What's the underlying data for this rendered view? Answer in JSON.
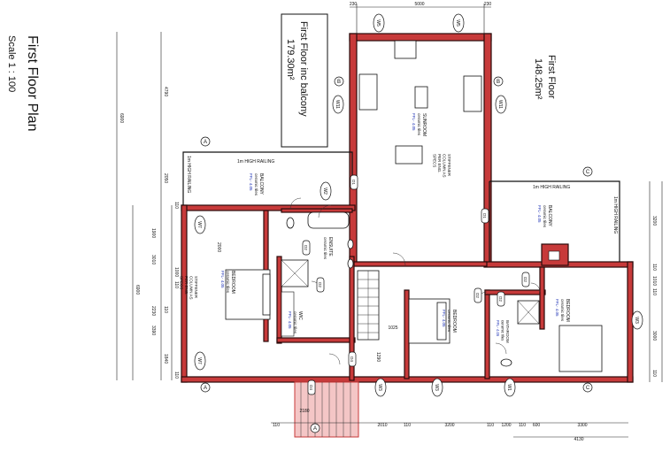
{
  "title": "First Floor Plan",
  "scale": "Scale 1 : 100",
  "area_box_left": {
    "line1": "First Floor inc balcony",
    "line2": "179.30m²"
  },
  "area_box_right": {
    "line1": "First Floor",
    "line2": "148.25m²"
  },
  "rooms": {
    "sunroom": {
      "name": "SUNROOM",
      "finish": "ceramic tiles",
      "ffl": "FFL- 4.05"
    },
    "balcony_left": {
      "name": "BALCONY",
      "finish": "ceramic tiles",
      "ffl": "FFL- 4.05"
    },
    "balcony_right": {
      "name": "BALCONY",
      "finish": "ceramic tiles",
      "ffl": "FFL- 4.05"
    },
    "bedroom_main": {
      "name": "BEDROOM",
      "finish": "ceramic tiles",
      "ffl": "FFL- 4.05"
    },
    "bedroom_mid": {
      "name": "BEDROOM",
      "finish": "ceramic tiles",
      "ffl": "FFL- 4.05"
    },
    "bedroom_right": {
      "name": "BEDROOM",
      "finish": "ceramic tiles",
      "ffl": "FFL- 4.05"
    },
    "ensuite": {
      "name": "ENSUITE",
      "finish": "ceramic tiles"
    },
    "wic": {
      "name": "WIC",
      "finish": "ceramic tiles",
      "ffl": "FFL- 4.05"
    },
    "bathroom": {
      "name": "BATHROOM",
      "finish": "ceramic tiles",
      "ffl": "FFL- 4.05"
    }
  },
  "notes": {
    "stiffener_top": [
      "STIFFENER",
      "COLUMN AS",
      "PER ENG.",
      "SPECS"
    ],
    "stiffener_left": [
      "STIFFENER",
      "COLUMN AS",
      "PER ENG.",
      "SPECS"
    ],
    "railing_left_top": "1m HIGH RAILING",
    "railing_left_side": "1m HIGH RAILING",
    "railing_right_top": "1m HIGH RAILING",
    "railing_right_side": "1m HIGH RAILING"
  },
  "windows": [
    "W5",
    "W5",
    "W11",
    "W11",
    "W7",
    "W7",
    "W3",
    "W3",
    "W3",
    "W1",
    "W2"
  ],
  "doors": [
    "D1",
    "D2",
    "D2",
    "D1",
    "D2",
    "D2",
    "D4",
    "D4",
    "D2"
  ],
  "grid_markers": [
    "B",
    "B",
    "A",
    "A",
    "A",
    "C",
    "C"
  ],
  "dims_top": [
    "230",
    "5000",
    "230"
  ],
  "dims_bottom_row1": [
    "110",
    "2010",
    "110",
    "3200",
    "110",
    "1200",
    "110",
    "600",
    "3300"
  ],
  "dims_bottom_row2": [
    "4130"
  ],
  "dims_bottom_stairs": [
    "2180",
    "1025",
    "1290",
    "2000"
  ],
  "dims_left_outer": [
    "6900",
    "6900"
  ],
  "dims_left_mid": [
    "4790",
    "2050",
    "1900",
    "3010",
    "2230",
    "3390",
    "1840"
  ],
  "dims_left_inner": [
    "110",
    "1000",
    "110",
    "110",
    "110"
  ],
  "dims_right": [
    "3200",
    "110",
    "1010",
    "110",
    "3000",
    "110"
  ],
  "colors": {
    "wall": "#c73a3a",
    "ink": "#111111",
    "blue_text": "#1b2fb5"
  }
}
